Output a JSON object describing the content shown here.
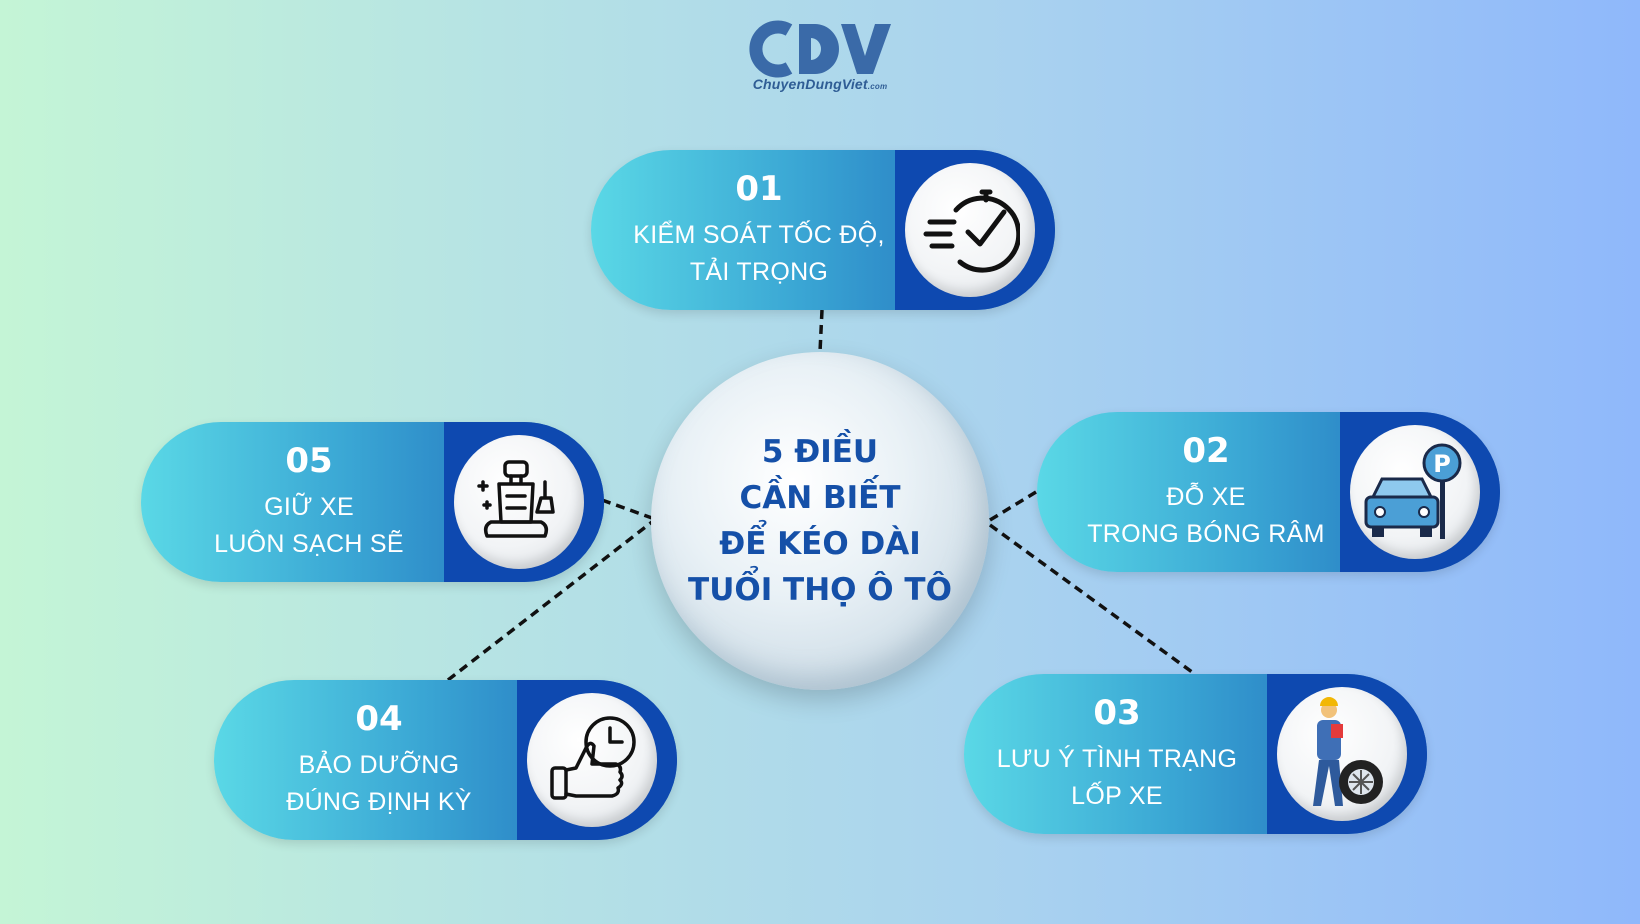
{
  "logo": {
    "mark": "CDV",
    "domain": "ChuyenDungViet",
    "tld": ".com"
  },
  "hub": {
    "lines": [
      "5 ĐIỀU",
      "CẦN BIẾT",
      "ĐỂ KÉO DÀI",
      "TUỔI THỌ Ô TÔ"
    ]
  },
  "tips": [
    {
      "num": "01",
      "line1": "KIỂM SOÁT TỐC ĐỘ,",
      "line2": "TẢI TRỌNG",
      "icon": "speedometer-check-icon"
    },
    {
      "num": "02",
      "line1": "ĐỖ XE",
      "line2": "TRONG BÓNG RÂM",
      "icon": "parking-car-icon"
    },
    {
      "num": "03",
      "line1": "LƯU Ý TÌNH TRẠNG",
      "line2": "LỐP XE",
      "icon": "mechanic-tire-icon"
    },
    {
      "num": "04",
      "line1": "BẢO DƯỠNG",
      "line2": "ĐÚNG ĐỊNH KỲ",
      "icon": "thumbs-up-clock-icon"
    },
    {
      "num": "05",
      "line1": "GIỮ XE",
      "line2": "LUÔN SẠCH SẼ",
      "icon": "clean-seat-icon"
    }
  ],
  "colors": {
    "hub_text": "#1550a8",
    "pill_start": "#5ad8e6",
    "pill_end": "#0e49b0",
    "logo": "#3a6aa8"
  }
}
